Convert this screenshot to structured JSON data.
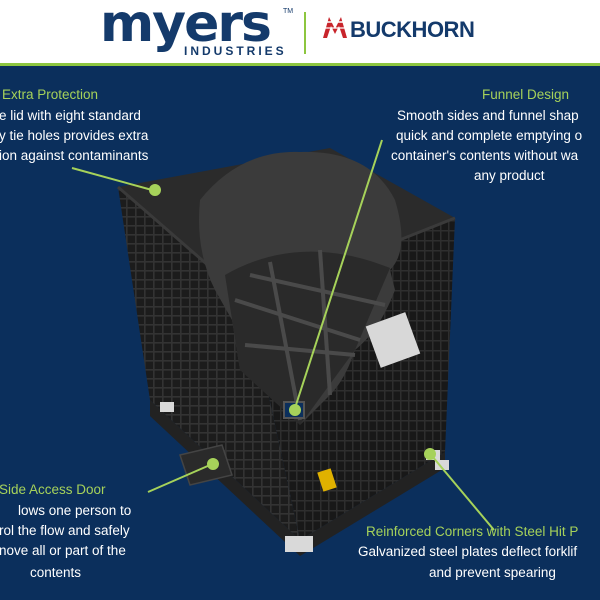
{
  "header": {
    "brand_main": "myers",
    "brand_tm": "TM",
    "brand_sub": "INDUSTRIES",
    "partner_brand": "BUCKHORN"
  },
  "callouts": {
    "extra_protection": {
      "title": "Extra Protection",
      "lines": [
        "e lid with eight standard",
        "y tie holes provides extra",
        "ion against contaminants"
      ]
    },
    "funnel_design": {
      "title": "Funnel Design",
      "lines": [
        "Smooth sides and funnel shap",
        "quick and complete emptying o",
        "container's contents without wa",
        "any product"
      ]
    },
    "side_access_door": {
      "title": "Side Access Door",
      "lines": [
        "lows one person to",
        "rol the flow and safely",
        "nove all or part of the",
        "contents"
      ]
    },
    "reinforced_corners": {
      "title": "Reinforced Corners with Steel Hit P",
      "lines": [
        "Galvanized steel plates deflect forklif",
        "and prevent spearing"
      ]
    }
  },
  "colors": {
    "background": "#0b2f5c",
    "accent_green": "#a6d25a",
    "brand_navy": "#143a6b",
    "buckhorn_red": "#c8242b"
  }
}
